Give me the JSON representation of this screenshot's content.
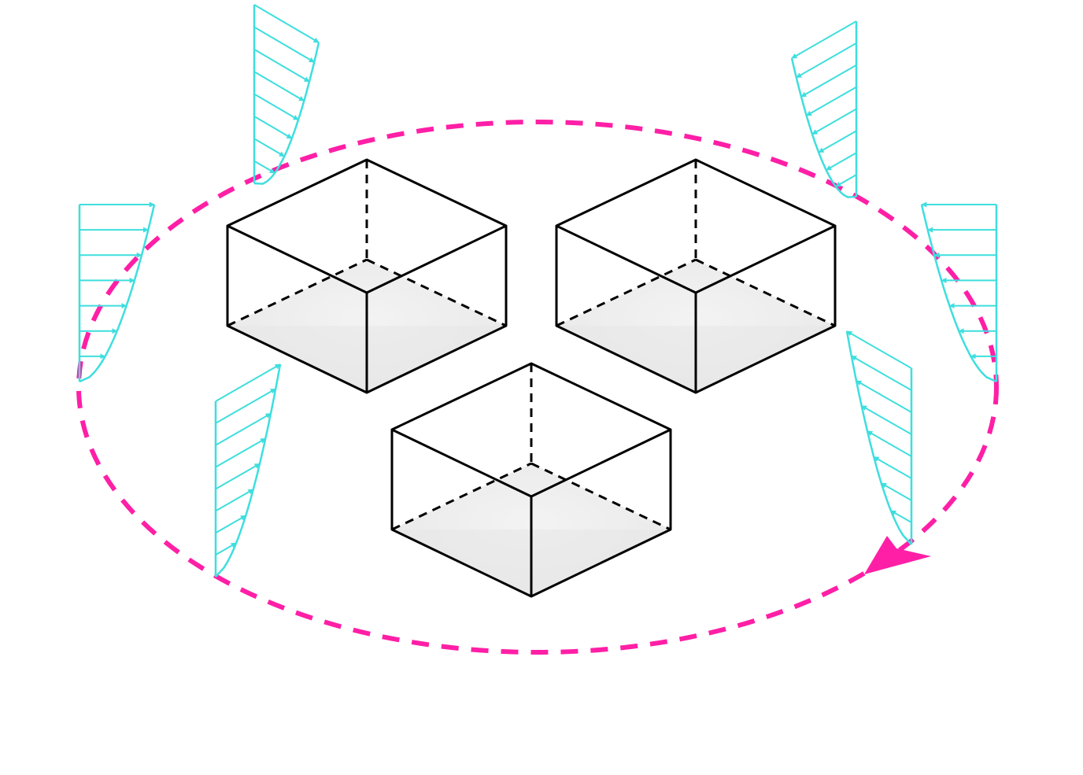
{
  "colors": {
    "background": "#ffffff",
    "box_edge": "#000000",
    "box_floor": "#efefef",
    "velocity_profile": "#3fdede",
    "circulation_path": "#ff1fa6"
  },
  "elements": {
    "boxes": [
      {
        "name": "open-box-left"
      },
      {
        "name": "open-box-right"
      },
      {
        "name": "open-box-front"
      }
    ],
    "profiles": [
      {
        "name": "velocity-profile-top-left",
        "arrow_direction": "right",
        "shape": "slanted"
      },
      {
        "name": "velocity-profile-left",
        "arrow_direction": "right",
        "shape": "rectangular"
      },
      {
        "name": "velocity-profile-bottom-left",
        "arrow_direction": "right",
        "shape": "slanted"
      },
      {
        "name": "velocity-profile-top-right",
        "arrow_direction": "left",
        "shape": "slanted"
      },
      {
        "name": "velocity-profile-right",
        "arrow_direction": "left",
        "shape": "rectangular"
      },
      {
        "name": "velocity-profile-bottom-right",
        "arrow_direction": "left",
        "shape": "slanted"
      }
    ],
    "circulation": {
      "name": "circulation-path",
      "line_style": "dashed",
      "direction": "clockwise",
      "arrowhead_icon": "triangle-arrowhead-icon"
    }
  }
}
